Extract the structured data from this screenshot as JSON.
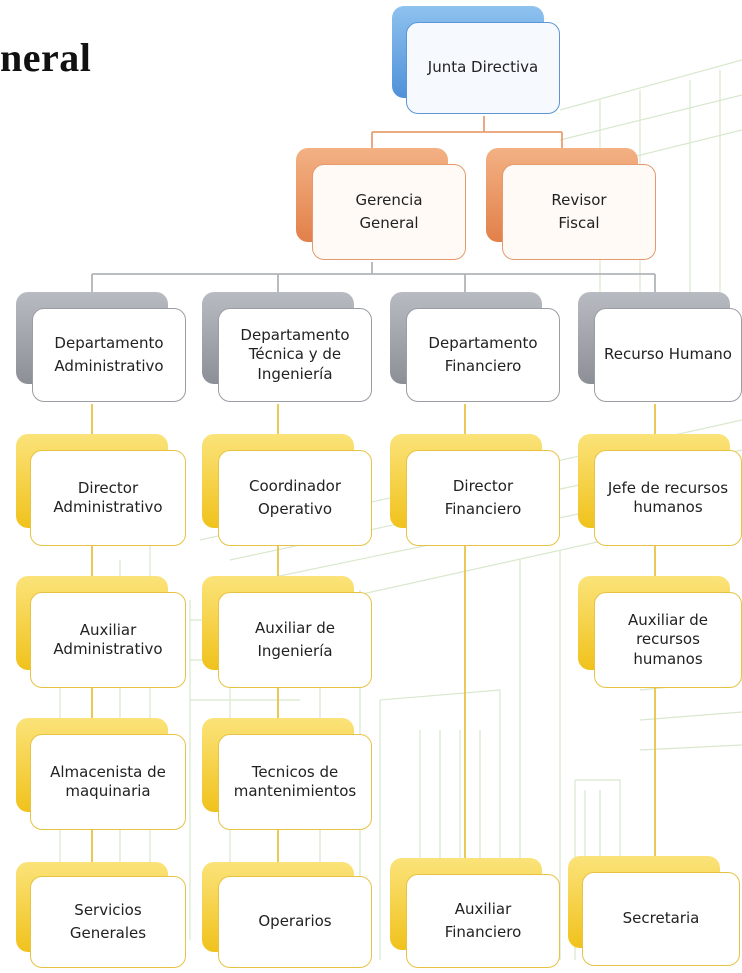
{
  "title": "neral",
  "nodes": {
    "junta": "Junta Directiva",
    "gerencia": "Gerencia\nGeneral",
    "revisor": "Revisor\nFiscal",
    "dep_admin": "Departamento\nAdministrativo",
    "dep_tec": "Departamento\nTécnica y de\nIngeniería",
    "dep_fin": "Departamento\nFinanciero",
    "rec_hum": "Recurso Humano",
    "dir_admin": "Director\nAdministrativo",
    "aux_admin": "Auxiliar\nAdministrativo",
    "almacenista": "Almacenista de\nmaquinaria",
    "servicios": "Servicios\nGenerales",
    "coord_op": "Coordinador\nOperativo",
    "aux_ing": "Auxiliar de\nIngeniería",
    "tecnicos": "Tecnicos de\nmantenimientos",
    "operarios": "Operarios",
    "dir_fin": "Director\nFinanciero",
    "aux_fin": "Auxiliar\nFinanciero",
    "jefe_rh": "Jefe de recursos\nhumanos",
    "aux_rh": "Auxiliar de\nrecursos\nhumanos",
    "secretaria": "Secretaria"
  },
  "colors": {
    "top_level": "#4f91d8",
    "second_level": "#e2804a",
    "departments": "#8c9096",
    "positions": "#f0c21c",
    "connector_top": "#e8a173",
    "connector_dept": "#b0b4b8",
    "connector_pos": "#e7c345"
  }
}
